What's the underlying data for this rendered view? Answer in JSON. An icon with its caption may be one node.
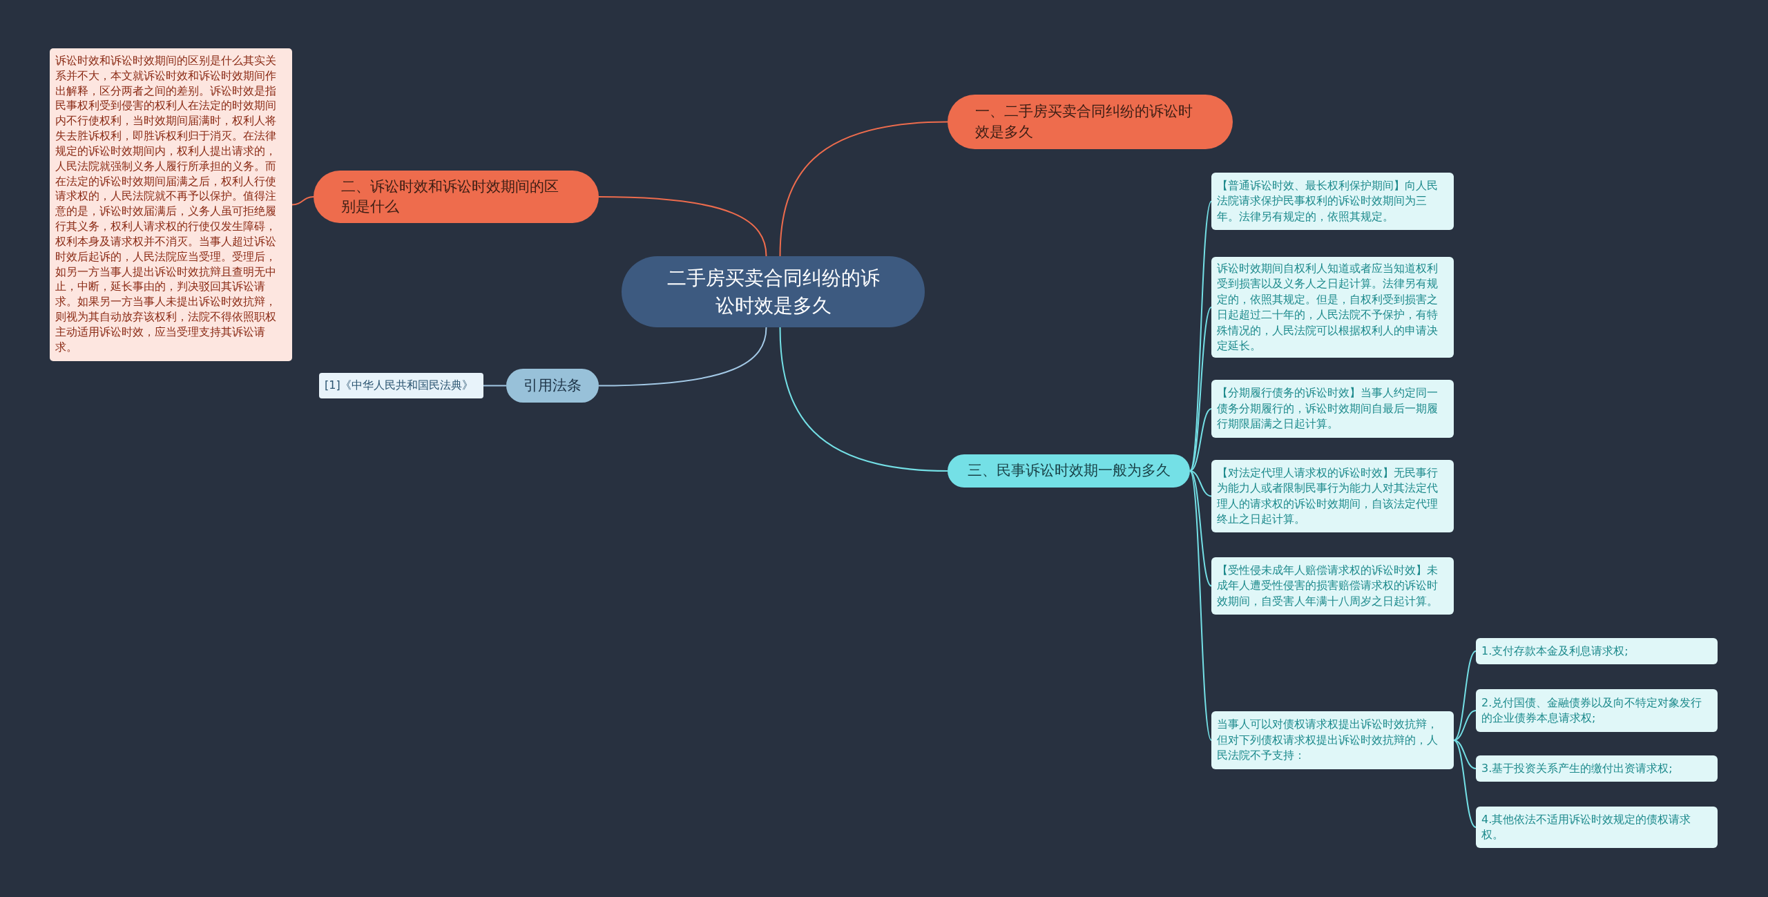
{
  "diagram": {
    "nodes": [
      {
        "text": [
          "二手房买卖合同纠纷的诉讼时效是多久"
        ]
      },
      {
        "text": [
          "一、二手房买卖合同纠纷的诉讼时效是多久"
        ]
      },
      {
        "text": [
          "二、诉讼时效和诉讼时效期间的区别是什么"
        ]
      },
      {
        "text": [
          "诉讼时效和诉讼时效期间的区别是什么其实关系并不大，本文就诉讼时效和诉讼时效期间作出解释，区分两者之间的差别。诉讼时效是指民事权利受到侵害的权利人在法定的时效期间内不行使权利，当时效期间届满时，权利人将失去胜诉权利，即胜诉权利归于消灭。在法律规定的诉讼时效期间内，权利人提出请求的，人民法院就强制义务人履行所承担的义务。而在法定的诉讼时效期间届满之后，权利人行使请求权的，人民法院就不再予以保护。值得注意的是，诉讼时效届满后，义务人虽可拒绝履行其义务，权利人请求权的行使仅发生障碍，权利本身及请求权并不消灭。当事人超过诉讼时效后起诉的，人民法院应当受理。受理后，如另一方当事人提出诉讼时效抗辩且查明无中止，中断，延长事由的，判决驳回其诉讼请求。如果另一方当事人未提出诉讼时效抗辩，则视为其自动放弃该权利，法院不得依照职权主动适用诉讼时效，应当受理支持其诉讼请求。"
        ]
      },
      {
        "text": [
          "引用法条"
        ]
      },
      {
        "text": [
          "[1]《中华人民共和国民法典》"
        ]
      },
      {
        "text": [
          "三、民事诉讼时效期一般为多久"
        ]
      },
      {
        "text": [
          "【普通诉讼时效、最长权利保护期间】向人民法院请求保护民事权利的诉讼时效期间为三年。法律另有规定的，依照其规定。"
        ]
      },
      {
        "text": [
          "诉讼时效期间自权利人知道或者应当知道权利受到损害以及义务人之日起计算。法律另有规定的，依照其规定。但是，自权利受到损害之日起超过二十年的，人民法院不予保护，有特殊情况的，人民法院可以根据权利人的申请决定延长。"
        ]
      },
      {
        "text": [
          "【分期履行债务的诉讼时效】当事人约定同一债务分期履行的，诉讼时效期间自最后一期履行期限届满之日起计算。"
        ]
      },
      {
        "text": [
          "【对法定代理人请求权的诉讼时效】无民事行为能力人或者限制民事行为能力人对其法定代理人的请求权的诉讼时效期间，自该法定代理终止之日起计算。"
        ]
      },
      {
        "text": [
          "【受性侵未成年人赔偿请求权的诉讼时效】未成年人遭受性侵害的损害赔偿请求权的诉讼时效期间，自受害人年满十八周岁之日起计算。"
        ]
      },
      {
        "text": [
          "当事人可以对债权请求权提出诉讼时效抗辩，但对下列债权请求权提出诉讼时效抗辩的，人民法院不予支持："
        ]
      },
      {
        "text": [
          "1.支付存款本金及利息请求权;"
        ]
      },
      {
        "text": [
          "2.兑付国债、金融债券以及向不特定对象发行的企业债券本息请求权;"
        ]
      },
      {
        "text": [
          "3.基于投资关系产生的缴付出资请求权;"
        ]
      },
      {
        "text": [
          "4.其他依法不适用诉讼时效规定的债权请求权。"
        ]
      }
    ],
    "edges": [
      {
        "from": 0,
        "to": 1,
        "arrow": "none",
        "color": "#ee6c4d"
      },
      {
        "from": 0,
        "to": 2,
        "arrow": "none",
        "color": "#ee6c4d"
      },
      {
        "from": 2,
        "to": 3,
        "arrow": "none",
        "color": "#ee6c4d"
      },
      {
        "from": 0,
        "to": 4,
        "arrow": "none",
        "color": "#a3c9e6"
      },
      {
        "from": 4,
        "to": 5,
        "arrow": "none",
        "color": "#a3c9e6"
      },
      {
        "from": 0,
        "to": 6,
        "arrow": "none"
      },
      {
        "from": 6,
        "to": 7,
        "arrow": "none"
      },
      {
        "from": 6,
        "to": 8,
        "arrow": "none"
      },
      {
        "from": 6,
        "to": 9,
        "arrow": "none"
      },
      {
        "from": 6,
        "to": 10,
        "arrow": "none"
      },
      {
        "from": 6,
        "to": 11,
        "arrow": "none"
      },
      {
        "from": 6,
        "to": 12,
        "arrow": "none"
      },
      {
        "from": 12,
        "to": 13,
        "arrow": "none"
      },
      {
        "from": 12,
        "to": 14,
        "arrow": "none"
      },
      {
        "from": 12,
        "to": 15,
        "arrow": "none"
      },
      {
        "from": 12,
        "to": 16,
        "arrow": "none"
      }
    ]
  }
}
